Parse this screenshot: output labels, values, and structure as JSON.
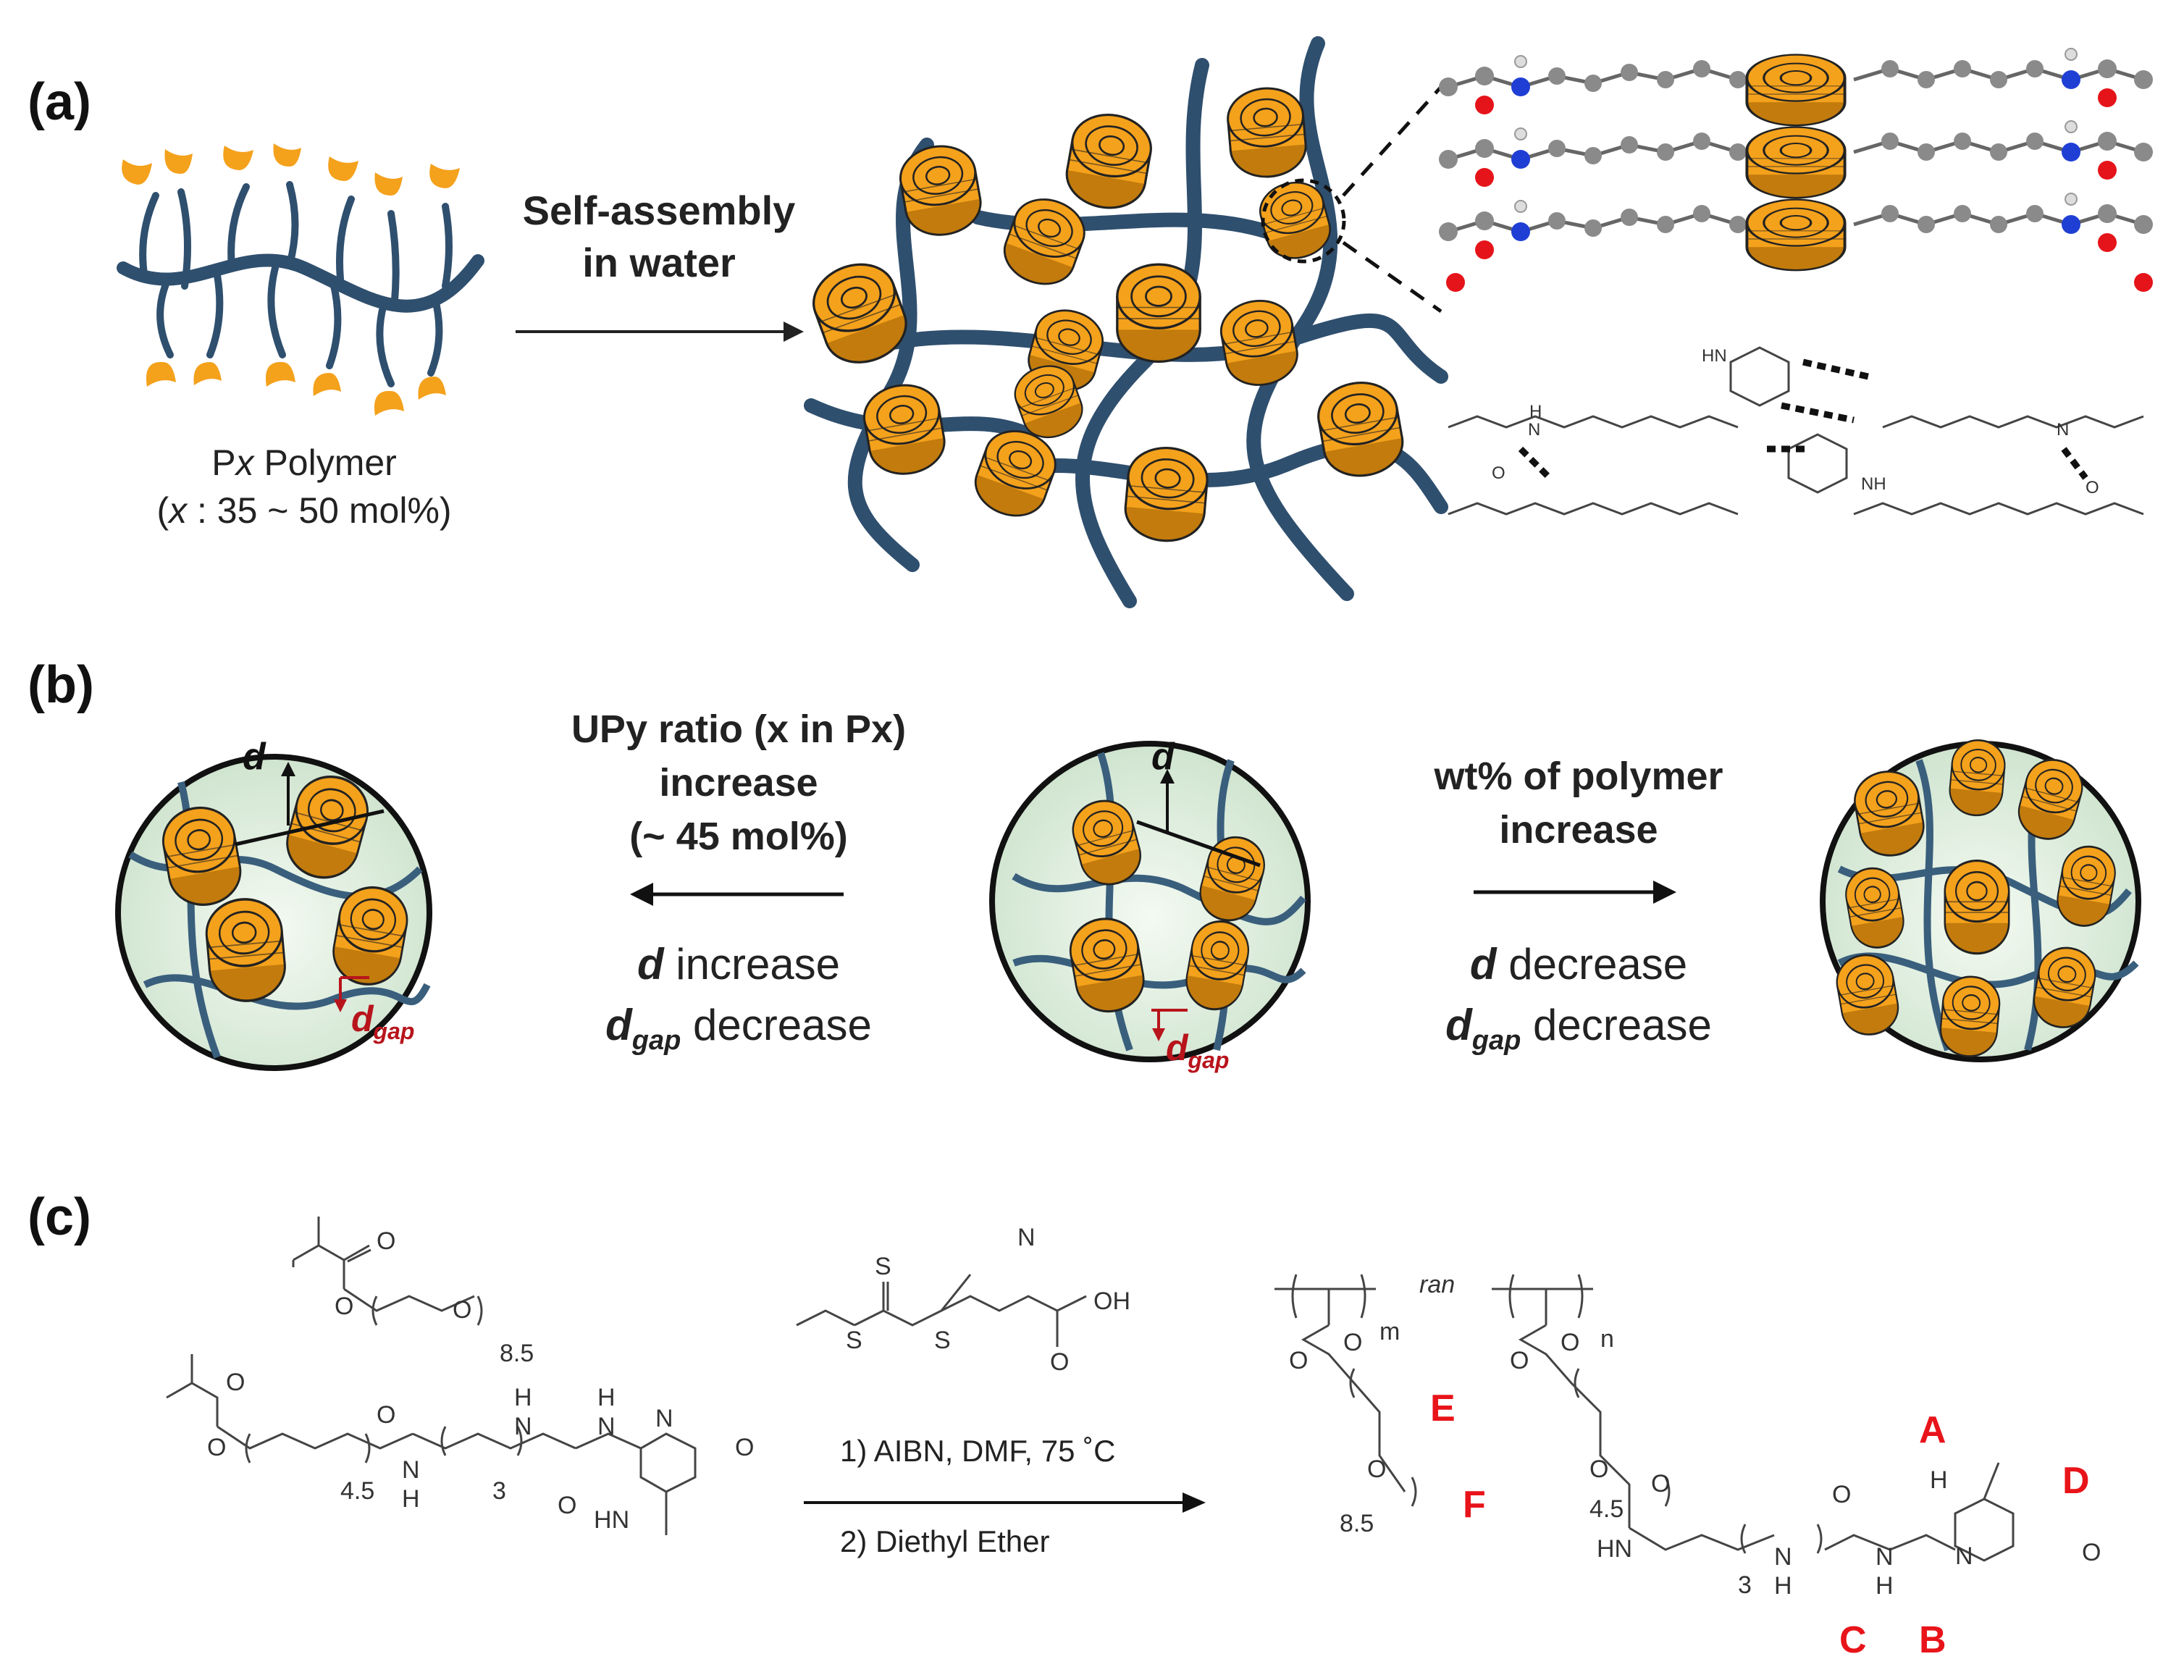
{
  "panels": {
    "a": {
      "label": "(a)",
      "arrow_text_line1": "Self-assembly",
      "arrow_text_line2": "in water",
      "polymer_name_prefix": "P",
      "polymer_name_var": "x",
      "polymer_name_suffix": " Polymer",
      "polymer_range_prefix": "(",
      "polymer_range_var": "x",
      "polymer_range_suffix": " : 35 ~ 50 mol%)",
      "chem_labels": [
        "H",
        "N",
        "O",
        "HN",
        "NH"
      ]
    },
    "b": {
      "label": "(b)",
      "left_text_line1": "UPy ratio (x in Px)",
      "left_text_line2": "increase",
      "left_text_line3": "(~ 45 mol%)",
      "left_d_symbol": "d",
      "left_d_change": " increase",
      "left_dgap_symbol": "d",
      "left_dgap_sub": "gap",
      "left_dgap_change": " decrease",
      "right_text_line1": "wt% of polymer",
      "right_text_line2": "increase",
      "right_d_symbol": "d",
      "right_d_change": " decrease",
      "right_dgap_symbol": "d",
      "right_dgap_sub": "gap",
      "right_dgap_change": " decrease",
      "circle_d_label": "d",
      "circle_dgap_label": "d",
      "circle_dgap_sub": "gap"
    },
    "c": {
      "label": "(c)",
      "monomer1_repeat": "8.5",
      "monomer2_repeat1": "4.5",
      "monomer2_repeat2": "3",
      "cta_acid": "OH",
      "cta_nitrile": "N",
      "cta_S": "S",
      "step1": "1) AIBN, DMF, 75 ˚C",
      "step2": "2) Diethyl Ether",
      "product_ran": "ran",
      "product_m": "m",
      "product_n": "n",
      "product_repeat1": "8.5",
      "product_repeat2": "4.5",
      "product_repeat3": "3",
      "atom_O": "O",
      "atom_H": "H",
      "atom_N": "N",
      "atom_HN": "HN",
      "peak_labels": {
        "A": "A",
        "B": "B",
        "C": "C",
        "D": "D",
        "E": "E",
        "F": "F"
      }
    }
  },
  "colors": {
    "polymer_blue": "#2f4f6e",
    "upy_orange": "#f4a11c",
    "gap_red": "#b8141c",
    "peak_red": "#e8141a",
    "circle_fill": "#dfeee0"
  }
}
